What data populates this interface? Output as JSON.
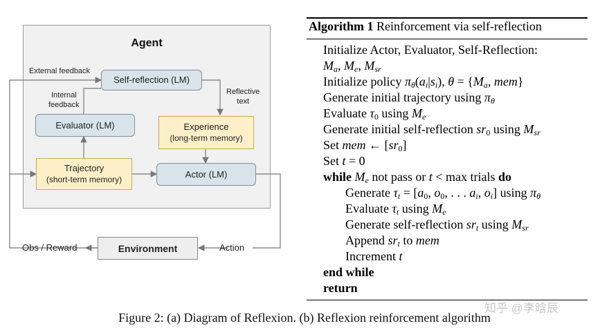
{
  "diagram": {
    "agent_title": "Agent",
    "self_reflection": "Self-reflection (LM)",
    "evaluator": "Evaluator (LM)",
    "experience_line1": "Experience",
    "experience_line2": "(long-term memory)",
    "trajectory_line1": "Trajectory",
    "trajectory_line2": "(short-term memory)",
    "actor": "Actor (LM)",
    "environment": "Environment",
    "external_feedback": "External feedback",
    "internal_feedback_line1": "Internal",
    "internal_feedback_line2": "feedback",
    "reflective_text_line1": "Reflective",
    "reflective_text_line2": "text",
    "obs_reward": "Obs / Reward",
    "action": "Action"
  },
  "algorithm": {
    "label": "Algorithm 1",
    "title": "Reinforcement via self-reflection"
  },
  "caption": "Figure 2: (a) Diagram of Reflexion. (b) Reflexion reinforcement algorithm",
  "watermark": "知乎 @李晗辰"
}
